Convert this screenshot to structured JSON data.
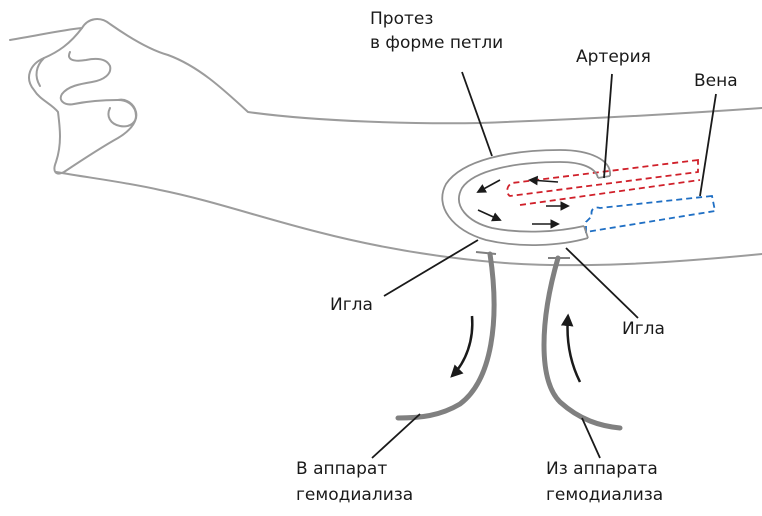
{
  "labels": {
    "graft_line1": "Протез",
    "graft_line2": "в форме петли",
    "artery": "Артерия",
    "vein": "Вена",
    "needle_left": "Игла",
    "needle_right": "Игла",
    "to_machine_line1": "В аппарат",
    "to_machine_line2": "гемодиализа",
    "from_machine_line1": "Из аппарата",
    "from_machine_line2": "гемодиализа"
  },
  "colors": {
    "artery": "#d0202a",
    "vein": "#1f6fc4",
    "skin_outline": "#9c9c9c",
    "tube": "#808080",
    "text": "#1a1a1a"
  }
}
